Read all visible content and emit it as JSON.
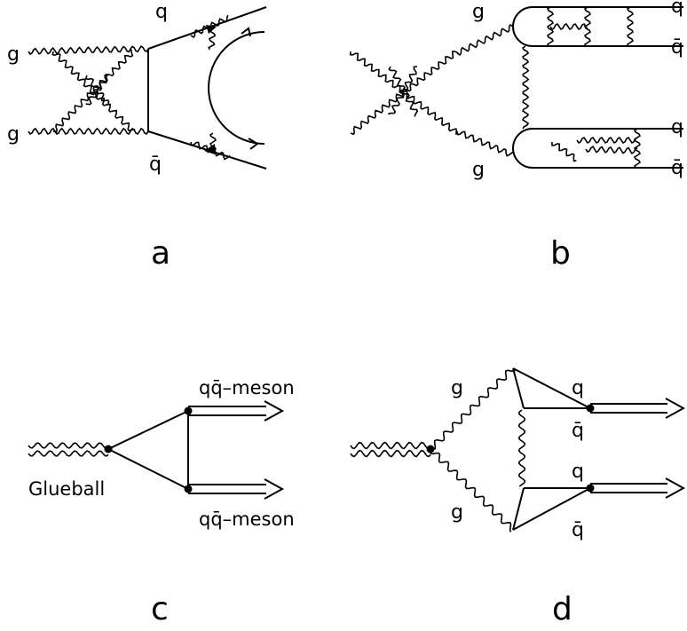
{
  "panels": [
    {
      "id": "a",
      "label": "a",
      "texts": {
        "g_top": "g",
        "g_bottom": "g",
        "q": "q",
        "qbar": "q̄"
      }
    },
    {
      "id": "b",
      "label": "b",
      "texts": {
        "g_top": "g",
        "g_bottom": "g",
        "q1": "q",
        "qbar1": "q̄",
        "q2": "q",
        "qbar2": "q̄"
      }
    },
    {
      "id": "c",
      "label": "c",
      "texts": {
        "meson_top": "qq̄–meson",
        "meson_bottom": "qq̄–meson",
        "glueball": "Glueball"
      }
    },
    {
      "id": "d",
      "label": "d",
      "texts": {
        "g_top": "g",
        "g_bottom": "g",
        "q1": "q",
        "qbar1": "q̄",
        "q2": "q",
        "qbar2": "q̄"
      }
    }
  ]
}
